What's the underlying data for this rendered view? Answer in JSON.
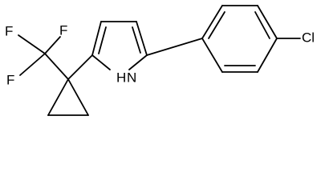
{
  "molecule": {
    "atom_labels": {
      "chlorine": "Cl",
      "nitrogen_h": "H",
      "nitrogen": "N",
      "fluorine_1": "F",
      "fluorine_2": "F",
      "fluorine_3": "F"
    }
  }
}
